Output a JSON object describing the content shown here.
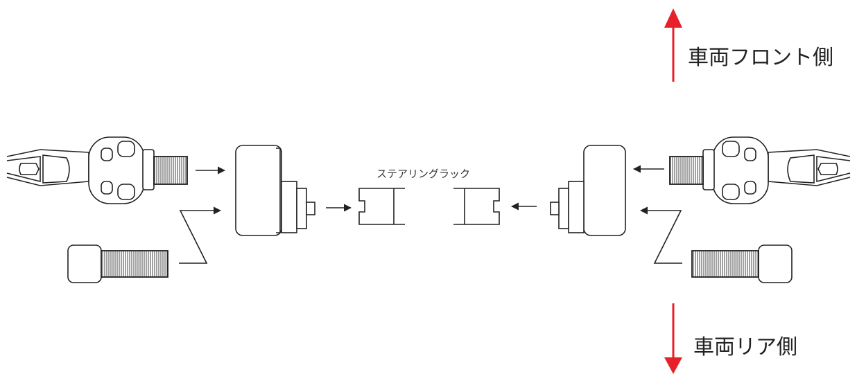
{
  "labels": {
    "front": "車両フロント側",
    "rear": "車両リア側",
    "rack": "ステアリングラック"
  },
  "colors": {
    "direction_arrow": "#e8202a",
    "line": "#222222",
    "metal_fill": "#ffffff",
    "thread": "#555555"
  },
  "parts": {
    "tie_rod_end": "tie-rod-end",
    "adapter": "rack-end-adapter",
    "rack_stub": "steering-rack-end",
    "bolt": "hex-socket-bolt"
  }
}
